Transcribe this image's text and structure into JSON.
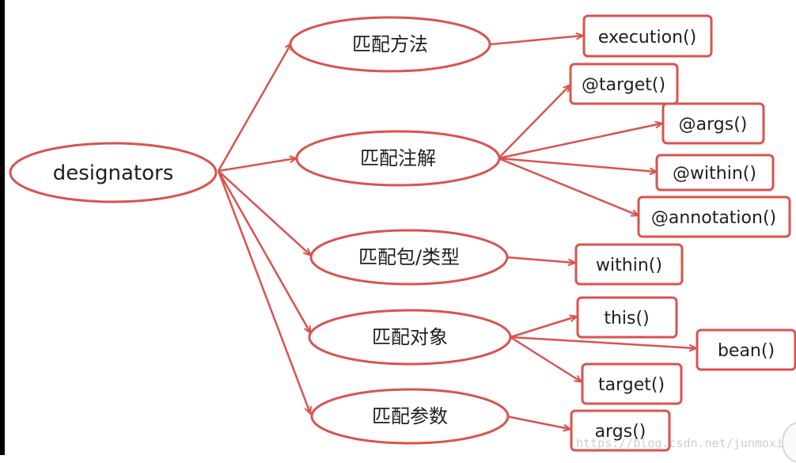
{
  "colors": {
    "stroke": "#d9534f",
    "fill": "#ffffff",
    "text": "#1f1f1f"
  },
  "root": {
    "label": "designators"
  },
  "categories": [
    {
      "label": "匹配方法",
      "leaves": [
        "execution()"
      ]
    },
    {
      "label": "匹配注解",
      "leaves": [
        "@target()",
        "@args()",
        "@within()",
        "@annotation()"
      ]
    },
    {
      "label": "匹配包/类型",
      "leaves": [
        "within()"
      ]
    },
    {
      "label": "匹配对象",
      "leaves": [
        "this()",
        "bean()",
        "target()"
      ]
    },
    {
      "label": "匹配参数",
      "leaves": [
        "args()"
      ]
    }
  ],
  "watermark": "https://blog.csdn.net/junmoxi"
}
